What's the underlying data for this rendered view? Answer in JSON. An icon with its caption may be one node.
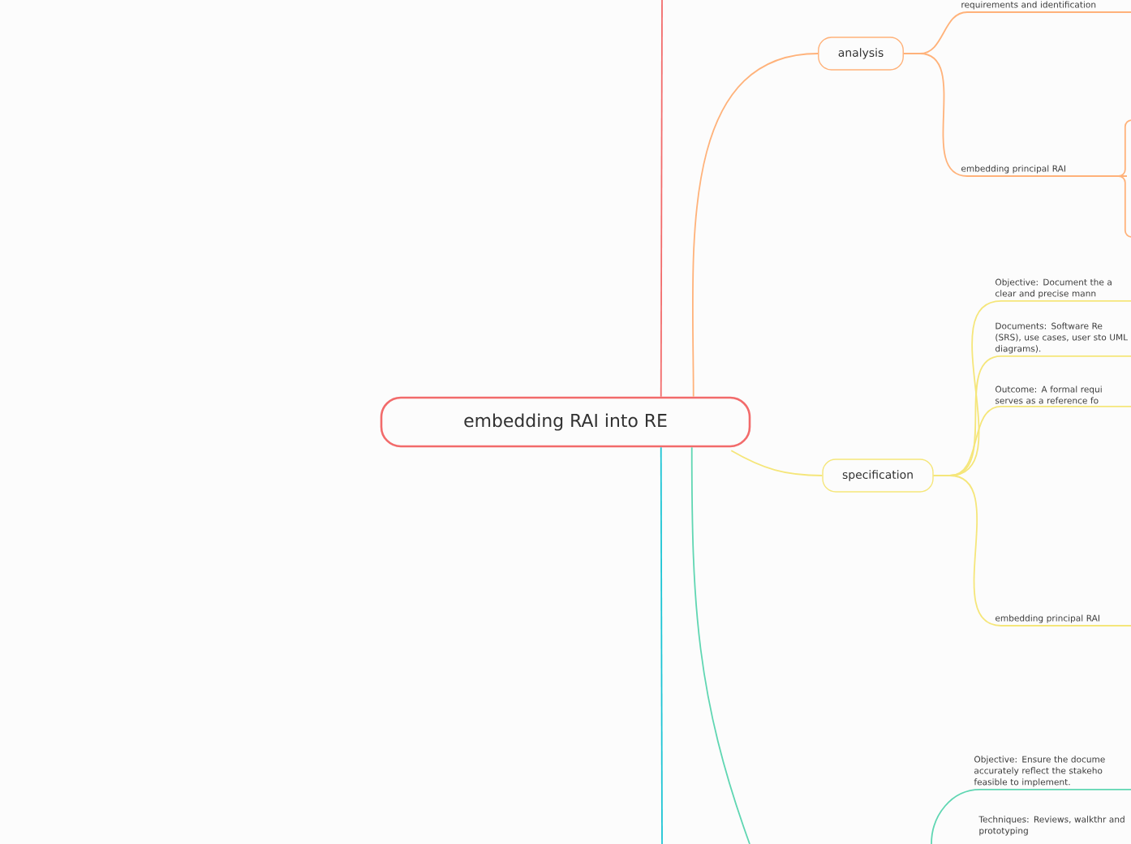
{
  "diagram": {
    "nodes": [
      {
        "text": [
          "embedding RAI into RE"
        ]
      },
      {
        "text": [
          "analysis"
        ]
      },
      {
        "text": [
          "specification"
        ]
      },
      {
        "text": [
          "requirements and identification"
        ]
      },
      {
        "text": [
          "embedding principal RAI"
        ]
      },
      {
        "text": [
          "Objective: Document the a clear and precise mann"
        ]
      },
      {
        "text": [
          "Documents: Software Re (SRS), use cases, user sto UML diagrams)."
        ]
      },
      {
        "text": [
          "Outcome: A formal requi serves as a reference fo"
        ]
      },
      {
        "text": [
          "embedding principal RAI"
        ]
      },
      {
        "text": [
          "Objective: Ensure the docume accurately reflect the stakeho feasible to implement."
        ]
      },
      {
        "text": [
          "Techniques: Reviews, walkthr and prototyping"
        ]
      }
    ],
    "edges": [
      {
        "from": 0,
        "to": 1,
        "arrow": "none",
        "color": "#ffb27a"
      },
      {
        "from": 0,
        "to": 2,
        "arrow": "none",
        "color": "#f5e67a"
      },
      {
        "from": 0,
        "to": null,
        "arrow": "none",
        "color": "#f26b6b"
      },
      {
        "from": 0,
        "to": null,
        "arrow": "none",
        "color": "#1cc4d4"
      },
      {
        "from": 0,
        "to": null,
        "arrow": "none",
        "color": "#5fd6b2"
      },
      {
        "from": 1,
        "to": 3,
        "arrow": "none",
        "color": "#ffb27a"
      },
      {
        "from": 1,
        "to": 4,
        "arrow": "none",
        "color": "#ffb27a"
      },
      {
        "from": 4,
        "to": null,
        "arrow": "none",
        "color": "#ffb27a"
      },
      {
        "from": 4,
        "to": null,
        "arrow": "none",
        "color": "#ffb27a"
      },
      {
        "from": 2,
        "to": 5,
        "arrow": "none",
        "color": "#f5e67a"
      },
      {
        "from": 2,
        "to": 6,
        "arrow": "none",
        "color": "#f5e67a"
      },
      {
        "from": 2,
        "to": 7,
        "arrow": "none",
        "color": "#f5e67a"
      },
      {
        "from": 2,
        "to": 8,
        "arrow": "none",
        "color": "#f5e67a"
      },
      {
        "from": null,
        "to": 9,
        "arrow": "none",
        "color": "#5fd6b2"
      }
    ]
  }
}
